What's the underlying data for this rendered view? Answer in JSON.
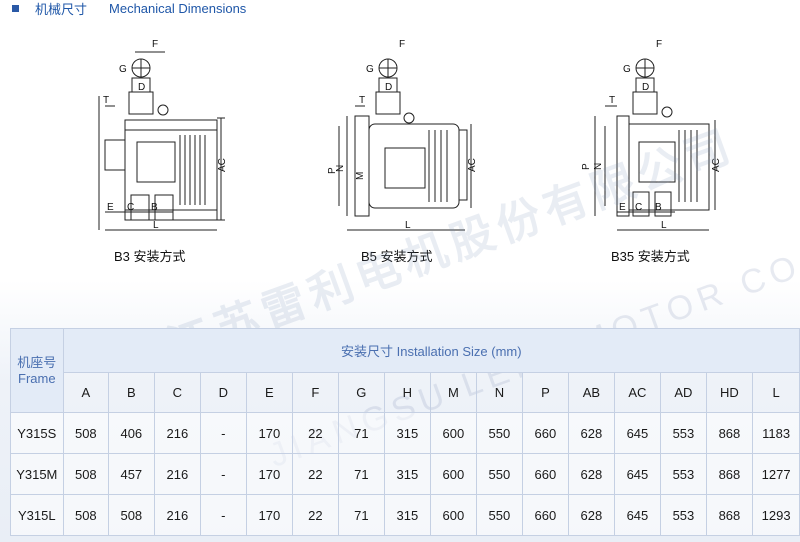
{
  "header": {
    "title_cn": "机械尺寸",
    "title_en": "Mechanical Dimensions"
  },
  "drawings": [
    {
      "caption": "B3 安装方式",
      "labels": {
        "F": "F",
        "G": "G",
        "D": "D",
        "T": "T",
        "AC": "AC",
        "E": "E",
        "C": "C",
        "B": "B",
        "L": "L"
      }
    },
    {
      "caption": "B5 安装方式",
      "labels": {
        "F": "F",
        "G": "G",
        "D": "D",
        "T": "T",
        "P": "P",
        "N": "N",
        "M": "M",
        "AC": "AC",
        "L": "L"
      }
    },
    {
      "caption": "B35 安装方式",
      "labels": {
        "F": "F",
        "G": "G",
        "D": "D",
        "T": "T",
        "P": "P",
        "N": "N",
        "AC": "AC",
        "E": "E",
        "C": "C",
        "B": "B",
        "L": "L"
      }
    }
  ],
  "table": {
    "frame_label_cn": "机座号",
    "frame_label_en": "Frame",
    "group_header": "安装尺寸 Installation Size (mm)",
    "columns": [
      "A",
      "B",
      "C",
      "D",
      "E",
      "F",
      "G",
      "H",
      "M",
      "N",
      "P",
      "AB",
      "AC",
      "AD",
      "HD",
      "L"
    ],
    "rows": [
      {
        "frame": "Y315S",
        "values": [
          "508",
          "406",
          "216",
          "-",
          "170",
          "22",
          "71",
          "315",
          "600",
          "550",
          "660",
          "628",
          "645",
          "553",
          "868",
          "1183"
        ]
      },
      {
        "frame": "Y315M",
        "values": [
          "508",
          "457",
          "216",
          "-",
          "170",
          "22",
          "71",
          "315",
          "600",
          "550",
          "660",
          "628",
          "645",
          "553",
          "868",
          "1277"
        ]
      },
      {
        "frame": "Y315L",
        "values": [
          "508",
          "508",
          "216",
          "-",
          "170",
          "22",
          "71",
          "315",
          "600",
          "550",
          "660",
          "628",
          "645",
          "553",
          "868",
          "1293"
        ]
      }
    ]
  },
  "watermark": {
    "cn": "江苏雷利电机股份有限公司",
    "en": "JIANGSU LEILI MOTOR CO., LTD"
  },
  "colors": {
    "accent": "#1f57a8",
    "table_header_bg": "#e3ebf7",
    "table_header_text": "#4a6fb0",
    "border": "#c5d0e3"
  }
}
